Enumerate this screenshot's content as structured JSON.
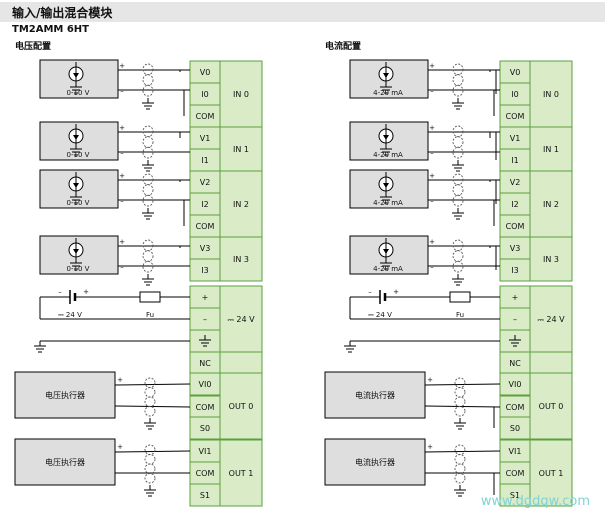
{
  "header": {
    "title": "输入/输出混合模块",
    "model": "TM2AMM 6HT"
  },
  "watermark": "www.dgdqw.com",
  "panels": [
    {
      "heading": "电压配置",
      "sensor_label": "0-10 V",
      "actuator_label": "电压执行器",
      "inputs": [
        {
          "terms": [
            "V0",
            "I0",
            "COM"
          ],
          "group": "IN 0"
        },
        {
          "terms": [
            "V1",
            "I1"
          ],
          "group": "IN 1"
        },
        {
          "terms": [
            "V2",
            "I2",
            "COM"
          ],
          "group": "IN 2"
        },
        {
          "terms": [
            "V3",
            "I3"
          ],
          "group": "IN 3"
        }
      ],
      "power": {
        "terms": [
          "+",
          "–",
          "⏚"
        ],
        "group": "24 V",
        "battery_label": "24 V",
        "fuse_label": "Fu"
      },
      "nc": "NC",
      "outputs": [
        {
          "terms": [
            "VI0",
            "COM",
            "S0"
          ],
          "group": "OUT 0"
        },
        {
          "terms": [
            "VI1",
            "COM",
            "S1"
          ],
          "group": "OUT 1"
        }
      ]
    },
    {
      "heading": "电流配置",
      "sensor_label": "4-20 mA",
      "actuator_label": "电流执行器",
      "inputs": [
        {
          "terms": [
            "V0",
            "I0",
            "COM"
          ],
          "group": "IN 0"
        },
        {
          "terms": [
            "V1",
            "I1"
          ],
          "group": "IN 1"
        },
        {
          "terms": [
            "V2",
            "I2",
            "COM"
          ],
          "group": "IN 2"
        },
        {
          "terms": [
            "V3",
            "I3"
          ],
          "group": "IN 3"
        }
      ],
      "power": {
        "terms": [
          "+",
          "–",
          "⏚"
        ],
        "group": "24 V",
        "battery_label": "24 V",
        "fuse_label": "Fu"
      },
      "nc": "NC",
      "outputs": [
        {
          "terms": [
            "VI0",
            "COM",
            "S0"
          ],
          "group": "OUT 0"
        },
        {
          "terms": [
            "VI1",
            "COM",
            "S1"
          ],
          "group": "OUT 1"
        }
      ]
    }
  ],
  "colors": {
    "terminal": "#d9ecc7",
    "terminal_border": "#5aa03c",
    "device": "#dedede",
    "wire": "#000000"
  }
}
